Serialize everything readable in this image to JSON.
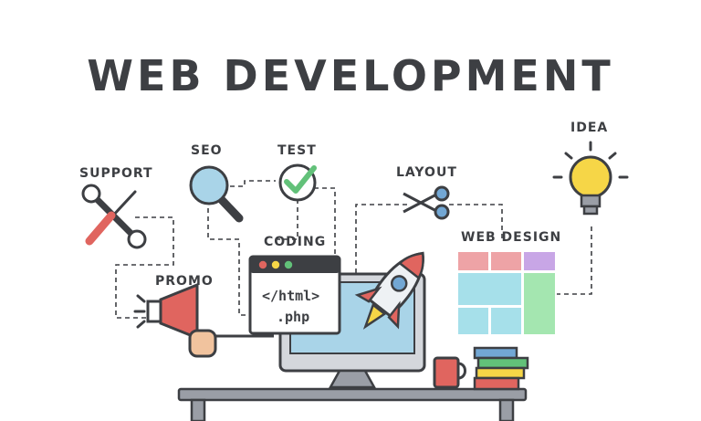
{
  "title": "WEB DEVELOPMENT",
  "labels": {
    "support": "SUPPORT",
    "seo": "SEO",
    "test": "TEST",
    "layout": "LAYOUT",
    "idea": "IDEA",
    "coding": "CODING",
    "web_design": "WEB DESIGN",
    "promo": "PROMO"
  },
  "code_window": {
    "line1": "</html>",
    "line2": ".php"
  },
  "colors": {
    "outline": "#3d3f43",
    "red": "#e0655f",
    "blue": "#72a7d4",
    "light_blue": "#a9d4e8",
    "green": "#62c179",
    "yellow": "#f6d647",
    "pink": "#eea3a6",
    "lavender": "#c8a6e6",
    "mint": "#a4e6b0",
    "cyan": "#a6e0ea",
    "gray": "#d4d7dc",
    "dark_gray": "#9a9ea6"
  },
  "icons": {
    "support": "wrench-screwdriver-icon",
    "seo": "magnifier-icon",
    "test": "checkmark-icon",
    "layout": "scissors-icon",
    "idea": "lightbulb-icon",
    "promo": "megaphone-icon",
    "launch": "rocket-icon",
    "drink": "mug-icon"
  }
}
